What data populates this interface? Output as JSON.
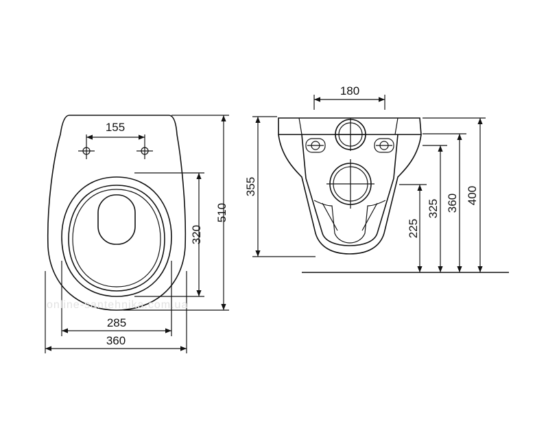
{
  "watermark": "online-santehnika.com.ua",
  "top_view": {
    "dims": {
      "bolt_spacing": "155",
      "bowl_length": "320",
      "total_length": "510",
      "inner_width": "285",
      "total_width": "360"
    }
  },
  "side_view": {
    "dims": {
      "top_width": "180",
      "mount_height": "355",
      "height_225": "225",
      "height_325": "325",
      "height_360": "360",
      "total_height": "400"
    }
  },
  "colors": {
    "line": "#111111",
    "background": "#ffffff",
    "watermark": "#e2e2e2"
  }
}
